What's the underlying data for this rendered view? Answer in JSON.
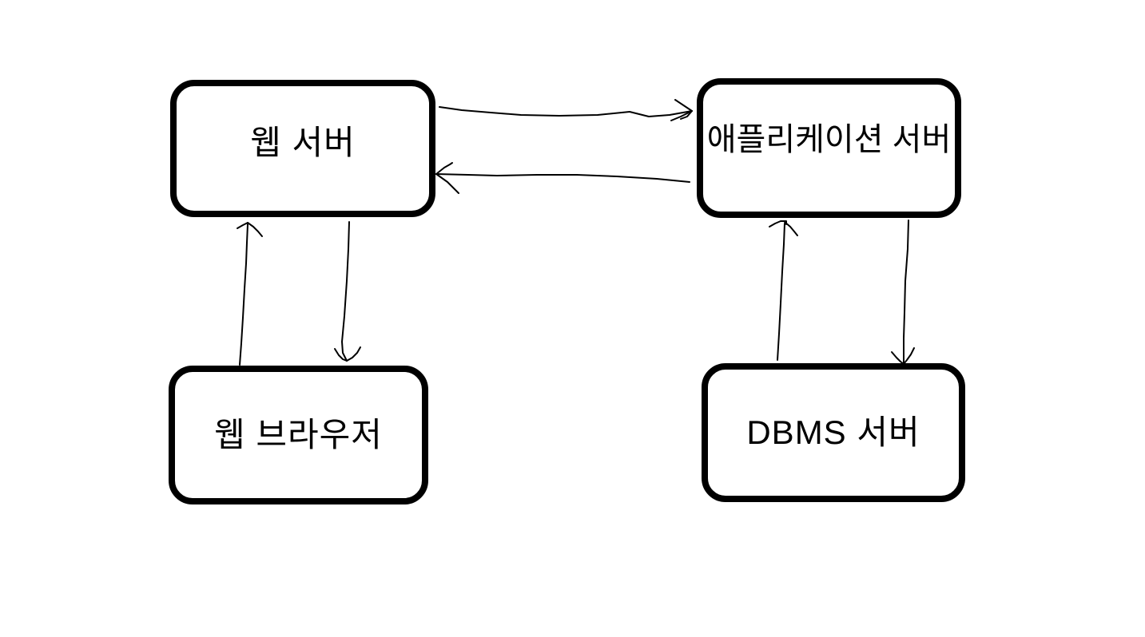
{
  "diagram": {
    "background_color": "#ffffff",
    "line_color": "#000000",
    "nodes": [
      {
        "id": "web-server",
        "label": "웹 서버"
      },
      {
        "id": "application-server",
        "label": "애플리케이션 서버"
      },
      {
        "id": "web-browser",
        "label": "웹 브라우저"
      },
      {
        "id": "dbms-server",
        "label": "DBMS 서버"
      }
    ],
    "edges": [
      {
        "from": "웹 서버",
        "to": "애플리케이션 서버",
        "direction": "right"
      },
      {
        "from": "애플리케이션 서버",
        "to": "웹 서버",
        "direction": "left"
      },
      {
        "from": "웹 브라우저",
        "to": "웹 서버",
        "direction": "up"
      },
      {
        "from": "웹 서버",
        "to": "웹 브라우저",
        "direction": "down"
      },
      {
        "from": "DBMS 서버",
        "to": "애플리케이션 서버",
        "direction": "up"
      },
      {
        "from": "애플리케이션 서버",
        "to": "DBMS 서버",
        "direction": "down"
      }
    ]
  }
}
